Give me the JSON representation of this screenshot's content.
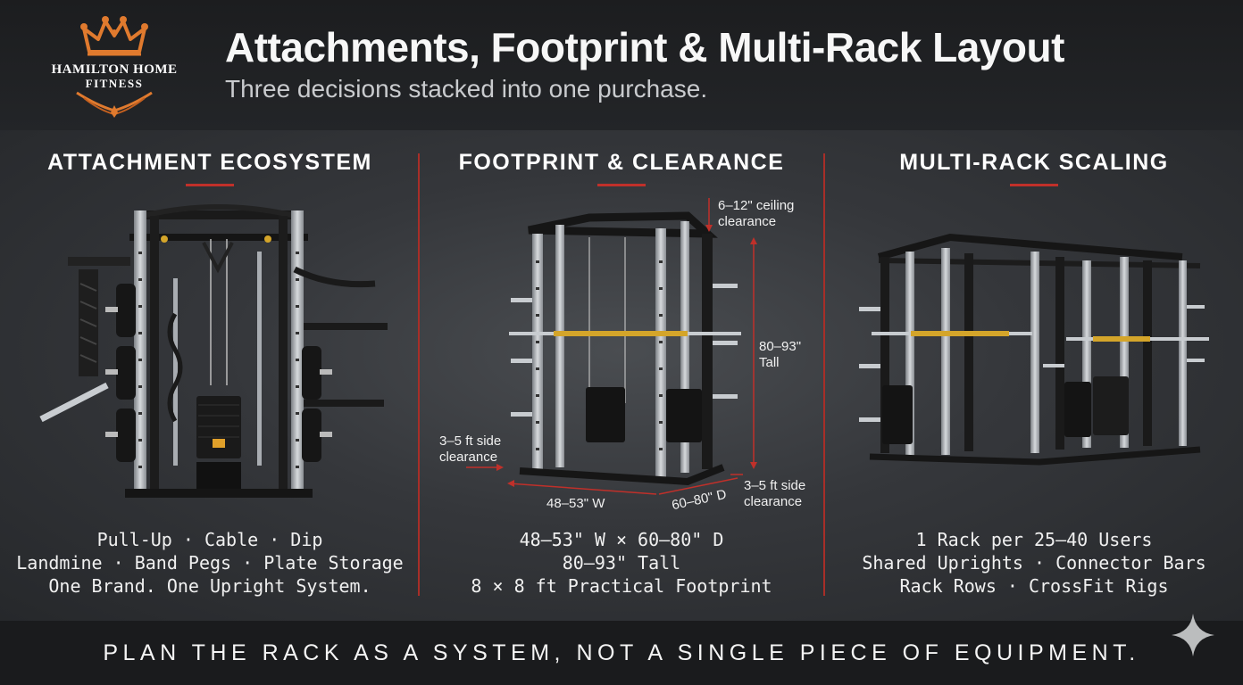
{
  "brand": {
    "name_line1": "HAMILTON HOME",
    "name_line2": "FITNESS"
  },
  "header": {
    "title": "Attachments, Footprint & Multi-Rack Layout",
    "subtitle": "Three decisions stacked into one purchase."
  },
  "columns": [
    {
      "title": "ATTACHMENT ECOSYSTEM",
      "caption": [
        "Pull-Up · Cable · Dip",
        "Landmine · Band Pegs · Plate Storage",
        "One Brand. One Upright System."
      ]
    },
    {
      "title": "FOOTPRINT & CLEARANCE",
      "caption": [
        "48–53\" W × 60–80\" D",
        "80–93\" Tall",
        "8 × 8 ft Practical Footprint"
      ],
      "annotations": {
        "ceiling": [
          "6–12\" ceiling",
          "clearance"
        ],
        "height": [
          "80–93\"",
          "Tall"
        ],
        "side_left": [
          "3–5 ft side",
          "clearance"
        ],
        "side_right": [
          "3–5 ft side",
          "clearance"
        ],
        "width": "48–53\" W",
        "depth": "60–80\" D"
      }
    },
    {
      "title": "MULTI-RACK SCALING",
      "caption": [
        "1 Rack per 25–40 Users",
        "Shared Uprights · Connector Bars",
        "Rack Rows · CrossFit Rigs"
      ]
    }
  ],
  "footer": {
    "tagline": "PLAN THE RACK AS A SYSTEM, NOT A SINGLE PIECE OF EQUIPMENT."
  },
  "colors": {
    "accent_red": "#c0302a",
    "logo_orange": "#e07a2e",
    "bar_gold": "#d4a52a"
  }
}
